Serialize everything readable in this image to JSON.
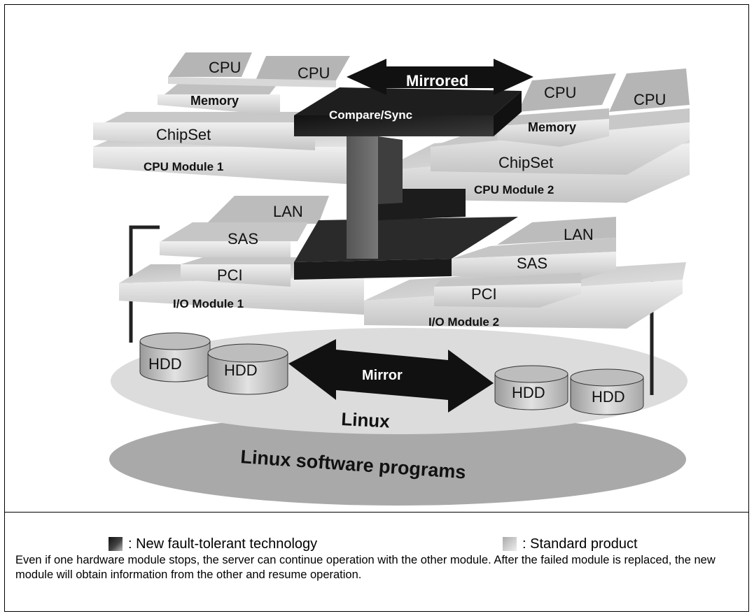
{
  "diagram": {
    "labels": {
      "cpu1a": "CPU",
      "cpu1b": "CPU",
      "memory1": "Memory",
      "chipset1": "ChipSet",
      "module_cpu1": "CPU Module 1",
      "cpu2a": "CPU",
      "cpu2b": "CPU",
      "memory2": "Memory",
      "chipset2": "ChipSet",
      "module_cpu2": "CPU Module 2",
      "mirrored": "Mirrored",
      "compare_sync": "Compare/Sync",
      "lan1": "LAN",
      "sas1": "SAS",
      "pci1": "PCI",
      "module_io1": "I/O Module 1",
      "lan2": "LAN",
      "sas2": "SAS",
      "pci2": "PCI",
      "module_io2": "I/O Module 2",
      "hdd1": "HDD",
      "hdd2": "HDD",
      "hdd3": "HDD",
      "hdd4": "HDD",
      "mirror": "Mirror",
      "linux": "Linux",
      "linux_software": "Linux software programs"
    }
  },
  "legend": {
    "new_tech": ": New fault-tolerant technology",
    "standard": ":  Standard product"
  },
  "caption": "Even if one hardware module stops, the server can continue operation with the other module. After the failed module is replaced, the new module will obtain information from the other and resume operation.",
  "colors": {
    "dark": "#1a1a1a",
    "light": "#d4d4d4",
    "mid": "#aaaaaa"
  }
}
